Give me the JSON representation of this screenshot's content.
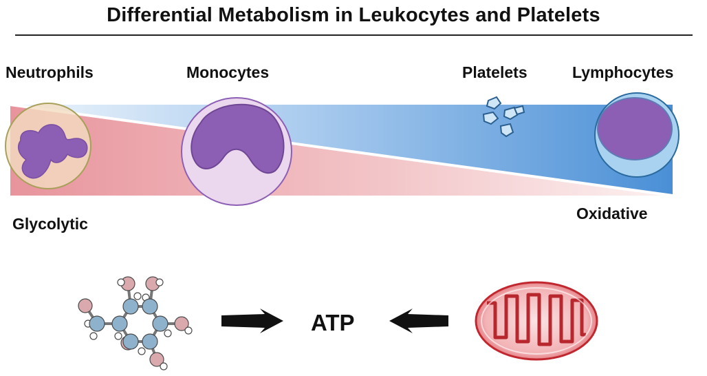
{
  "title": "Differential Metabolism in Leukocytes and Platelets",
  "cells": {
    "neutrophils": "Neutrophils",
    "monocytes": "Monocytes",
    "platelets": "Platelets",
    "lymphocytes": "Lymphocytes"
  },
  "gradient": {
    "left": "Glycolytic",
    "right": "Oxidative",
    "left_color": "#e8949c",
    "right_color": "#4a8fd6"
  },
  "bottom": {
    "center": "ATP"
  },
  "colors": {
    "neutrophil_fill": "#f2dcc0",
    "neutrophil_stroke": "#a8a05a",
    "nucleus": "#8c5fb4",
    "monocyte_fill": "#ebd8ee",
    "lymphocyte_fill": "#a9d2f0",
    "platelet_fill": "#cfe6f7",
    "mitochondrion": "#d0343c",
    "carbon": "#8fb2cc",
    "oxygen": "#d9a9ae",
    "hydrogen": "#ffffff"
  }
}
